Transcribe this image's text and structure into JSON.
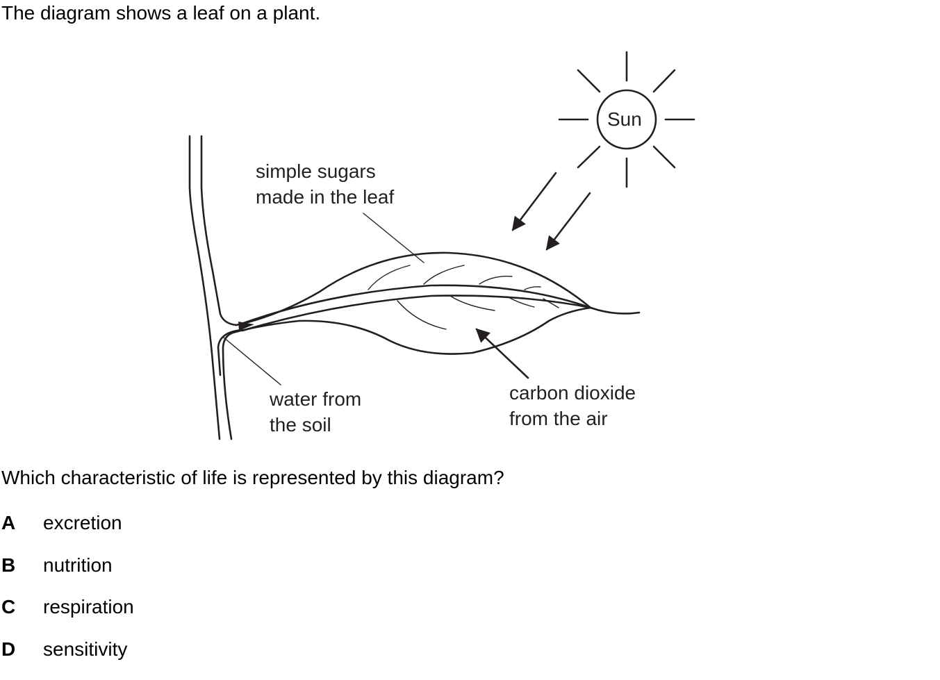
{
  "intro_text": "The diagram shows a leaf on a plant.",
  "diagram": {
    "sun_label": "Sun",
    "label_sugars_line1": "simple sugars",
    "label_sugars_line2": "made in the leaf",
    "label_water_line1": "water from",
    "label_water_line2": "the soil",
    "label_co2_line1": "carbon dioxide",
    "label_co2_line2": "from the air",
    "line_color": "#231f20"
  },
  "question_text": "Which characteristic of life is represented by this diagram?",
  "options": [
    {
      "letter": "A",
      "text": "excretion"
    },
    {
      "letter": "B",
      "text": "nutrition"
    },
    {
      "letter": "C",
      "text": "respiration"
    },
    {
      "letter": "D",
      "text": "sensitivity"
    }
  ]
}
